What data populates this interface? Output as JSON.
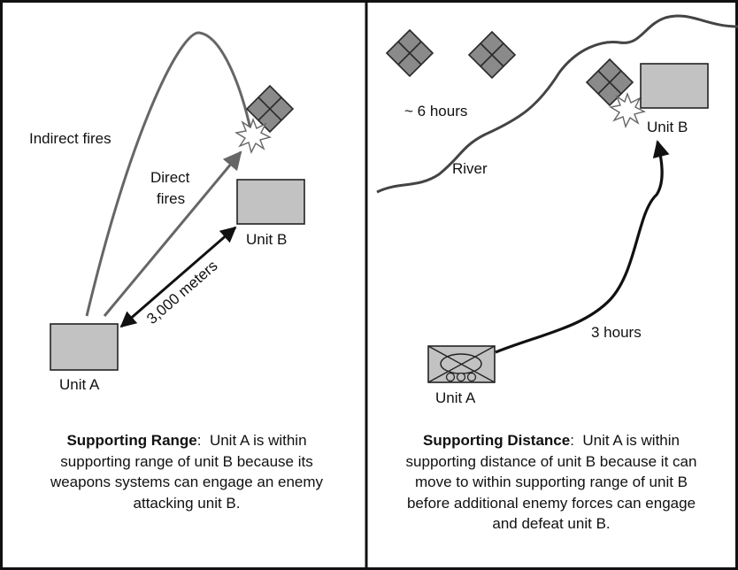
{
  "left_panel": {
    "labels": {
      "indirect_fires": "Indirect fires",
      "direct_fires_line1": "Direct",
      "direct_fires_line2": "fires",
      "distance": "3,000 meters",
      "unit_a": "Unit A",
      "unit_b": "Unit B"
    },
    "caption": {
      "heading": "Supporting Range",
      "separator": ":  ",
      "body": "Unit A is within supporting range of unit B because its weapons systems can engage an enemy attacking unit B."
    }
  },
  "right_panel": {
    "labels": {
      "time_far": "~ 6 hours",
      "river": "River",
      "time_near": "3 hours",
      "unit_a": "Unit A",
      "unit_b": "Unit B"
    },
    "caption": {
      "heading": "Supporting Distance",
      "separator": ":  ",
      "body": "Unit A is within supporting distance of unit B because it can move to within supporting range of unit B before additional enemy forces can engage and defeat unit B."
    }
  },
  "colors": {
    "unit_fill": "#c2c2c2",
    "enemy_fill": "#8a8a8a",
    "frame": "#111111",
    "fires_line": "#666666"
  },
  "icons": [
    "enemy-grid-icon",
    "explosion-icon",
    "mechanized-unit-icon"
  ]
}
